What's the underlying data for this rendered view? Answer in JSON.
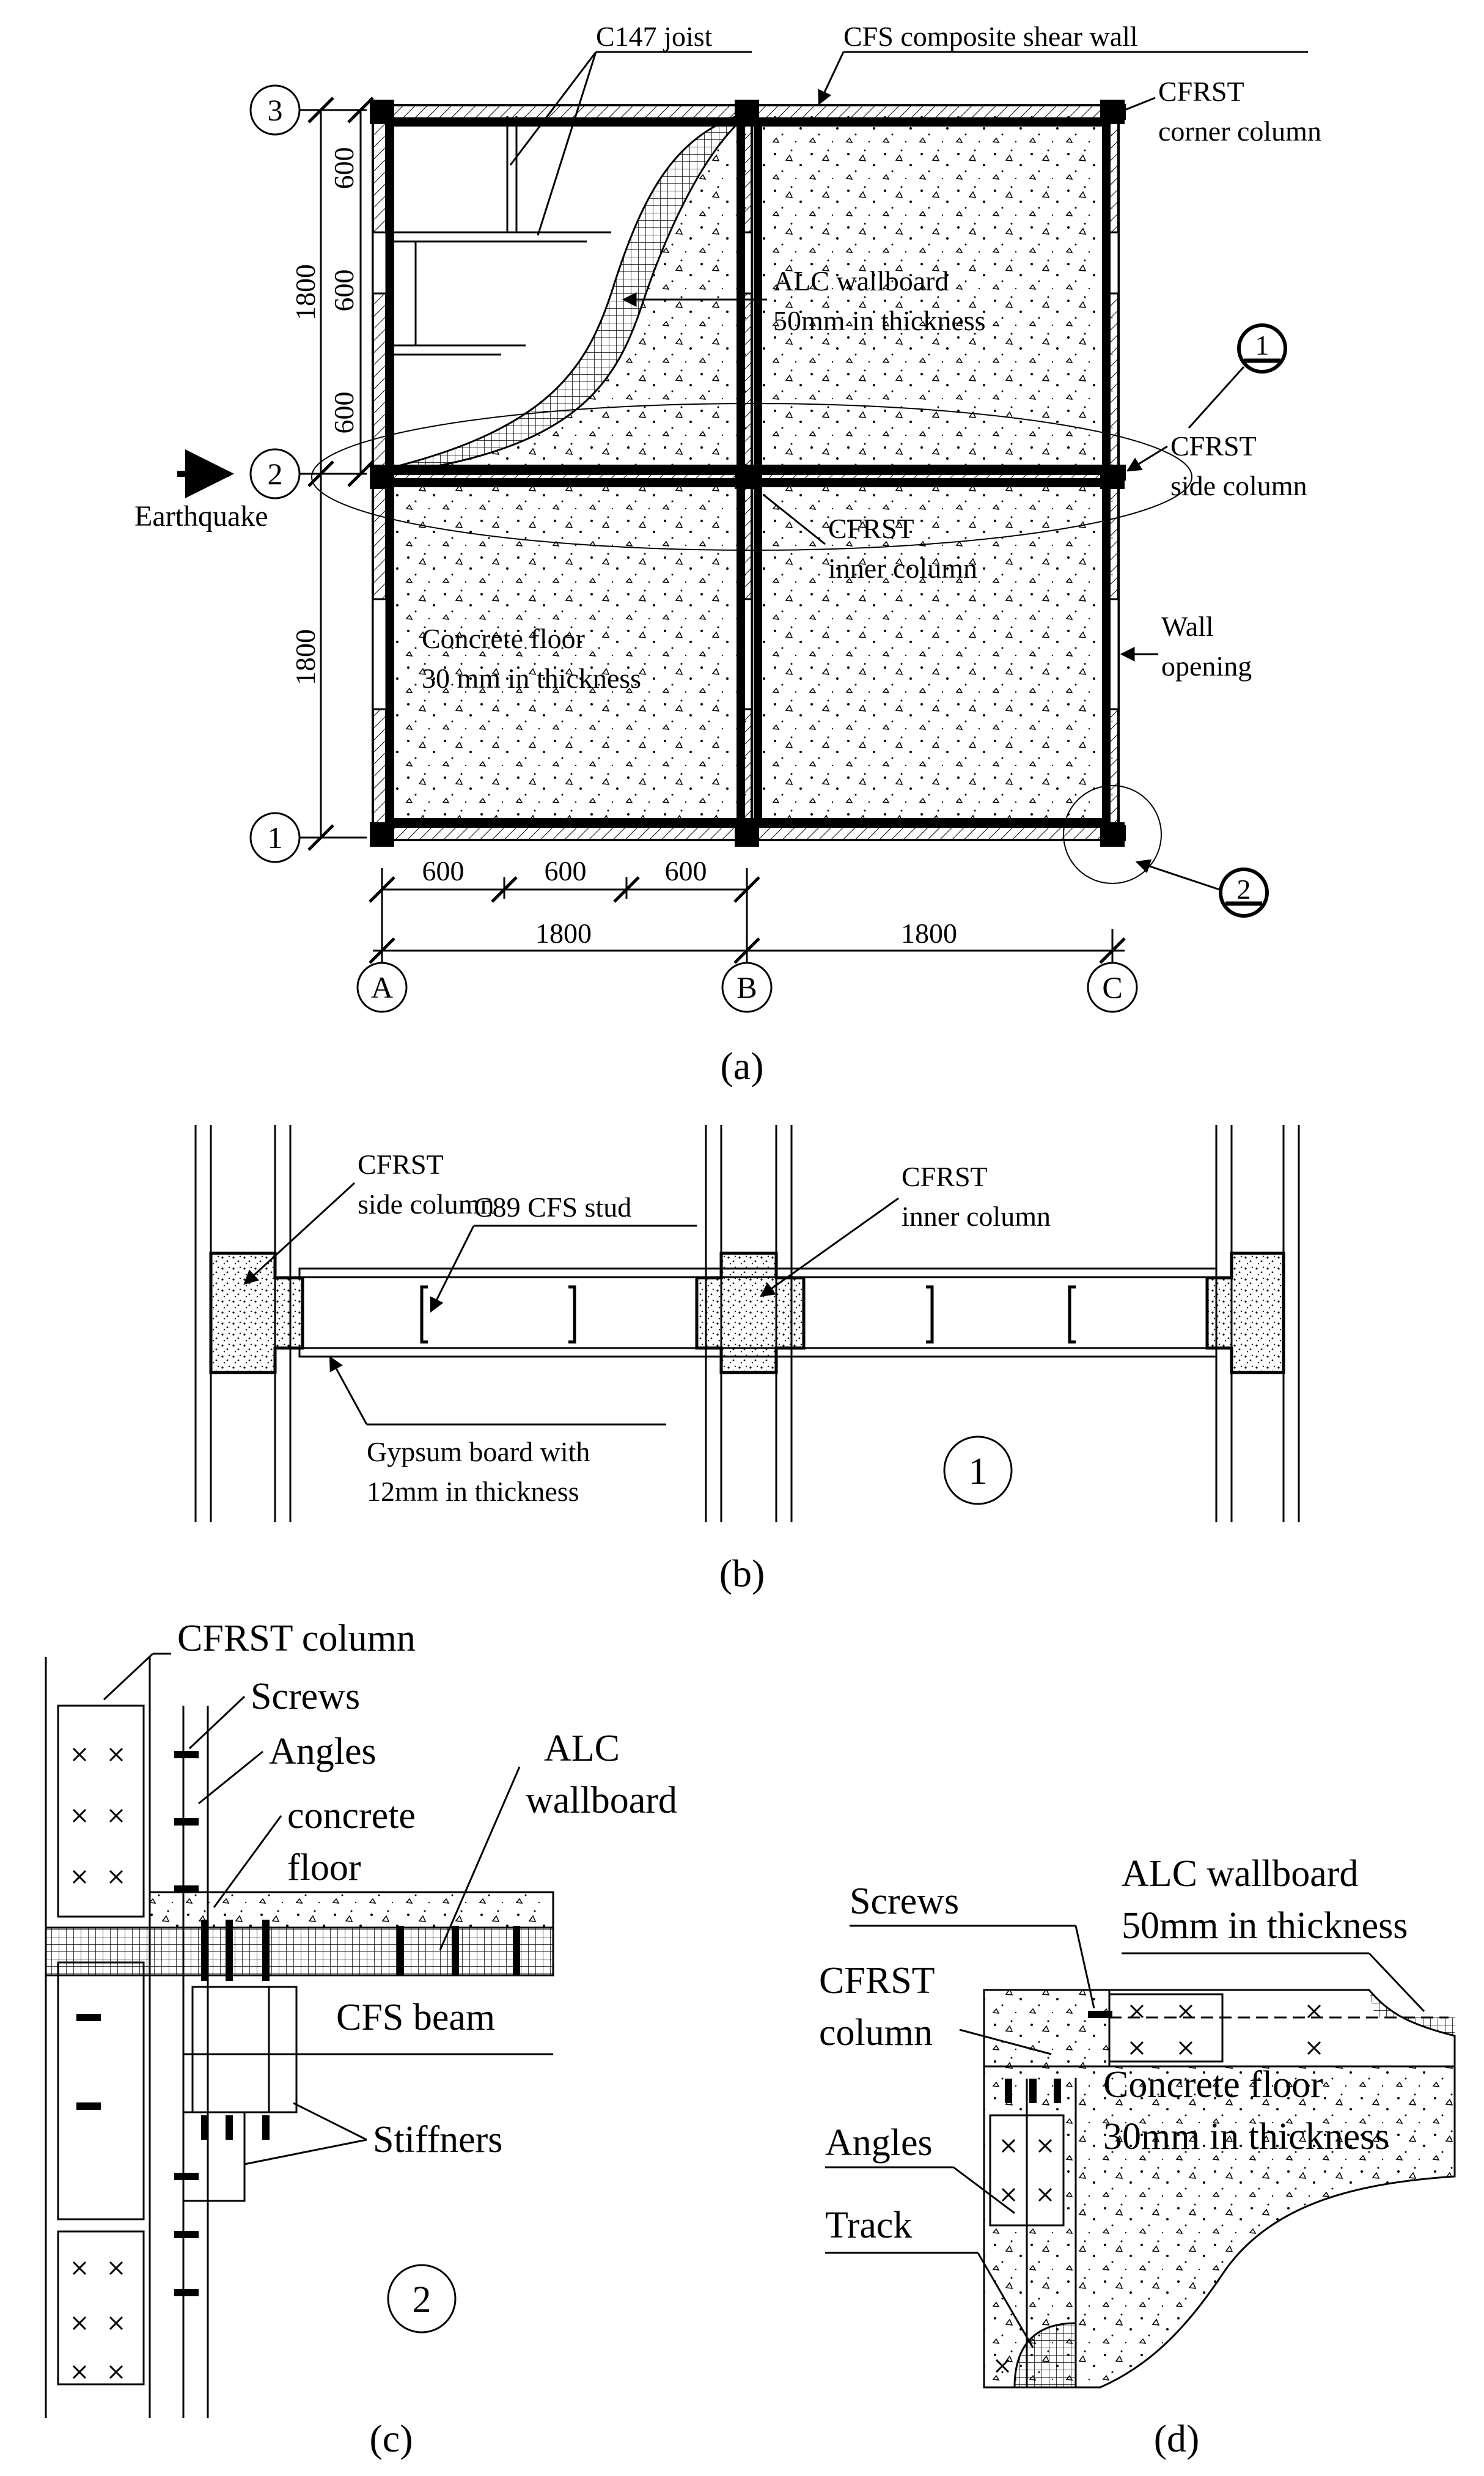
{
  "panel_a": {
    "caption": "(a)",
    "axes_h": [
      "A",
      "B",
      "C"
    ],
    "axes_v": [
      "1",
      "2",
      "3"
    ],
    "dims_bottom_small": [
      "600",
      "600",
      "600"
    ],
    "dims_bottom_large": [
      "1800",
      "1800"
    ],
    "dims_left_small": [
      "600",
      "600",
      "600"
    ],
    "dims_left_large": [
      "1800",
      "1800"
    ],
    "labels": {
      "joist": "C147 joist",
      "shear_wall": "CFS composite shear wall",
      "corner_col_1": "CFRST",
      "corner_col_2": "corner column",
      "alc_1": "ALC wallboard",
      "alc_2": "50mm in thickness",
      "side_col_1": "CFRST",
      "side_col_2": "side column",
      "inner_col_1": "CFRST",
      "inner_col_2": "inner column",
      "floor_1": "Concrete floor",
      "floor_2": "30 mm in thickness",
      "opening_1": "Wall",
      "opening_2": "opening",
      "earthquake": "Earthquake",
      "detail_1": "1",
      "detail_2": "2"
    }
  },
  "panel_b": {
    "caption": "(b)",
    "labels": {
      "side_col_1": "CFRST",
      "side_col_2": "side column",
      "stud": "C89 CFS stud",
      "inner_col_1": "CFRST",
      "inner_col_2": "inner column",
      "gypsum_1": "Gypsum board with",
      "gypsum_2": "12mm in thickness",
      "detail": "1"
    }
  },
  "panel_c": {
    "caption": "(c)",
    "labels": {
      "column": "CFRST column",
      "screws": "Screws",
      "angles": "Angles",
      "floor_1": "concrete",
      "floor_2": "floor",
      "alc_1": "ALC",
      "alc_2": "wallboard",
      "beam": "CFS beam",
      "stiffners": "Stiffners",
      "detail": "2"
    }
  },
  "panel_d": {
    "caption": "(d)",
    "labels": {
      "screws": "Screws",
      "alc_1": "ALC wallboard",
      "alc_2": "50mm in thickness",
      "col_1": "CFRST",
      "col_2": "column",
      "floor_1": "Concrete floor",
      "floor_2": "30mm in thickness",
      "angles": "Angles",
      "track": "Track"
    }
  },
  "colors": {
    "ink": "#000000",
    "background": "#ffffff"
  }
}
